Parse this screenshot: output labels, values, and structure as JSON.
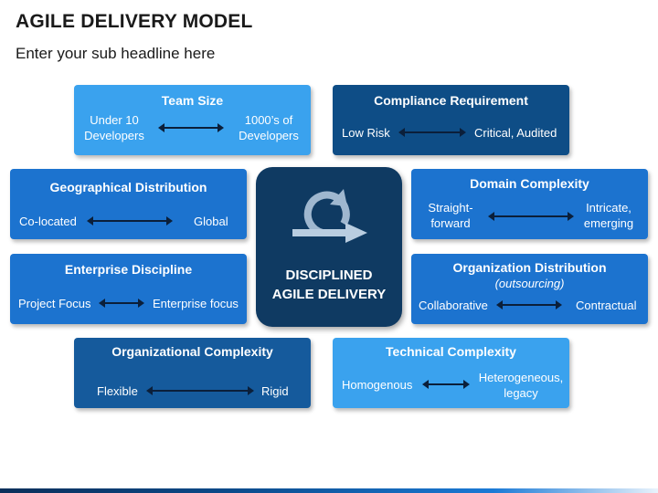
{
  "header": {
    "title": "AGILE DELIVERY MODEL",
    "subtitle": "Enter your sub headline here"
  },
  "center": {
    "line1": "DISCIPLINED",
    "line2": "AGILE DELIVERY",
    "icon": "cycle-arrow-icon"
  },
  "factors": {
    "team_size": {
      "title": "Team Size",
      "left": "Under 10 Developers",
      "right": "1000’s of Developers"
    },
    "compliance": {
      "title": "Compliance Requirement",
      "left": "Low Risk",
      "right": "Critical, Audited"
    },
    "geographical": {
      "title": "Geographical Distribution",
      "left": "Co-located",
      "right": "Global"
    },
    "domain": {
      "title": "Domain Complexity",
      "left": "Straight-forward",
      "right": "Intricate, emerging"
    },
    "enterprise": {
      "title": "Enterprise Discipline",
      "left": "Project Focus",
      "right": "Enterprise focus"
    },
    "org_distribution": {
      "title": "Organization Distribution",
      "subtitle": "(outsourcing)",
      "left": "Collaborative",
      "right": "Contractual"
    },
    "org_complexity": {
      "title": "Organizational Complexity",
      "left": "Flexible",
      "right": "Rigid"
    },
    "technical": {
      "title": "Technical Complexity",
      "left": "Homogenous",
      "right": "Heterogeneous, legacy"
    }
  },
  "colors": {
    "light_blue": "#3aa2ee",
    "medium_blue": "#1c73cf",
    "dark_blue": "#155a9c",
    "navy": "#0e4d86",
    "center": "#0f3a62",
    "arrow": "#0b1f3a"
  }
}
